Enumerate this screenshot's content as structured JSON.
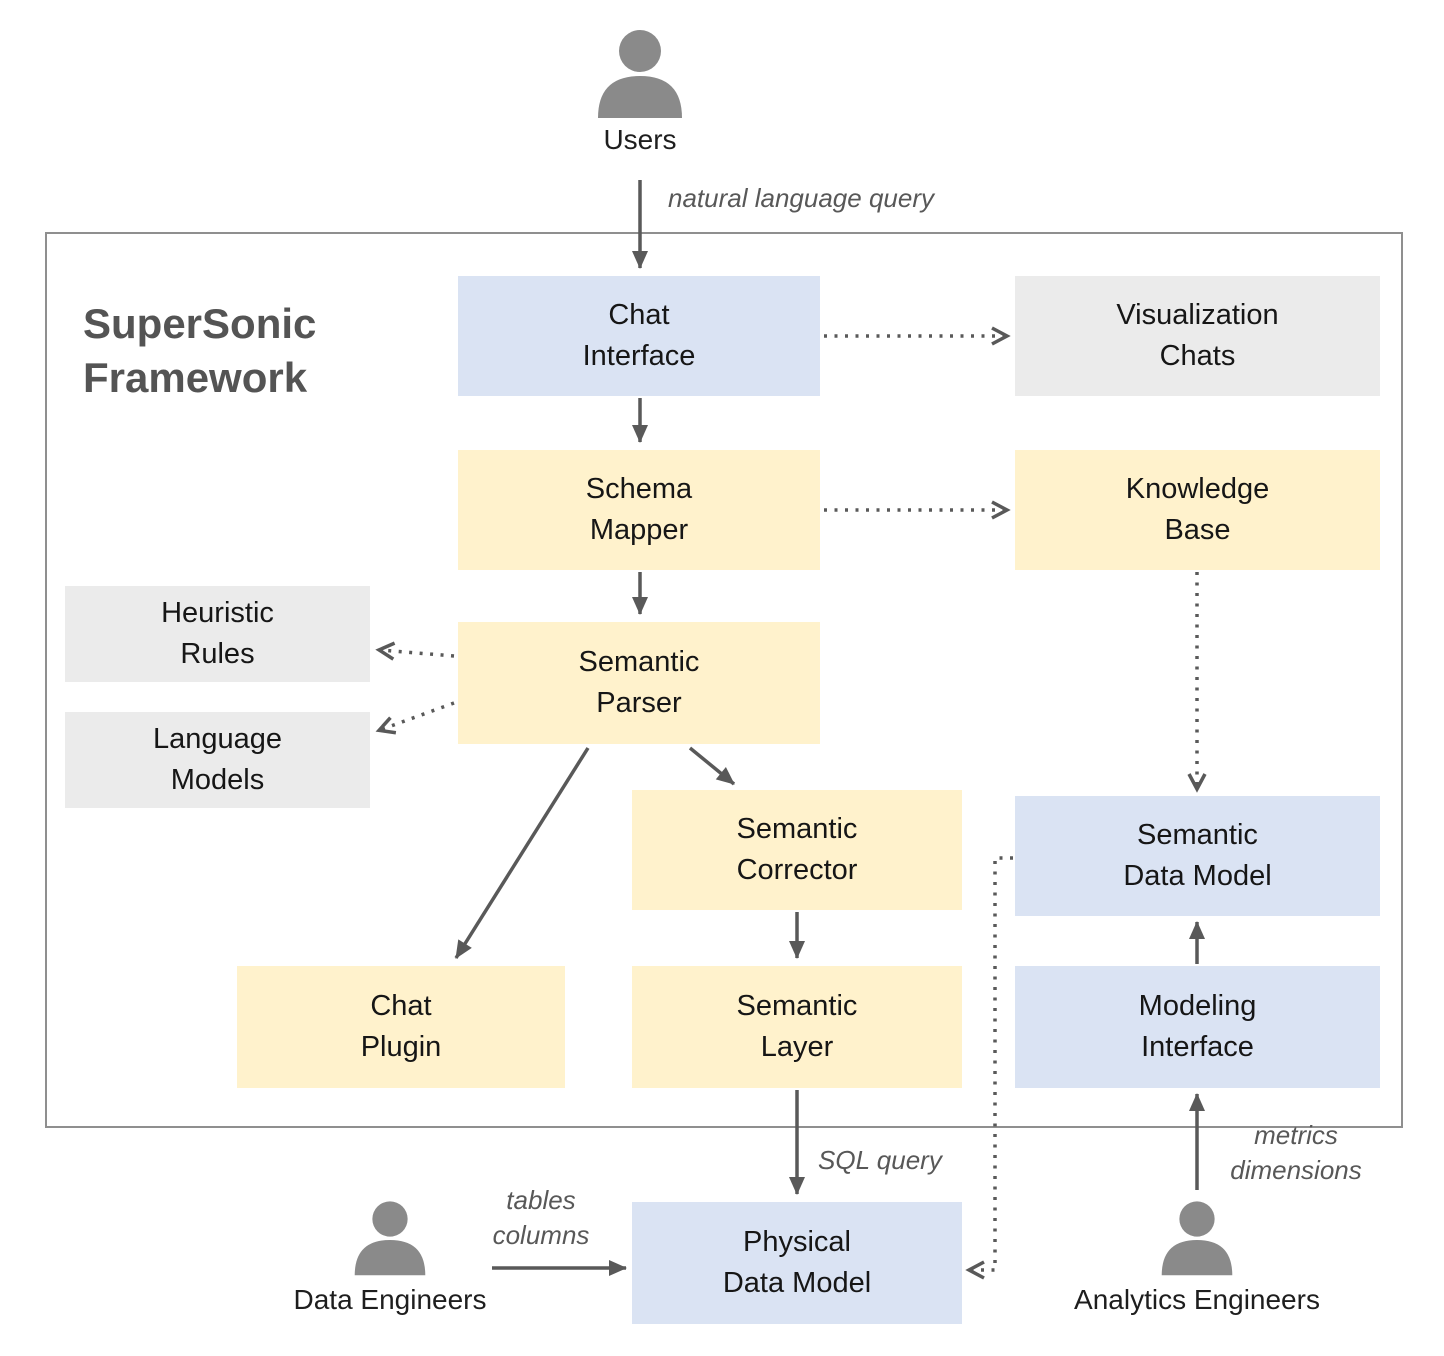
{
  "title": "SuperSonic\nFramework",
  "actors": {
    "users": "Users",
    "data_engineers": "Data Engineers",
    "analytics_engineers": "Analytics Engineers"
  },
  "nodes": {
    "chat_interface": {
      "label": "Chat\nInterface",
      "color": "#dae3f3"
    },
    "visualization_chats": {
      "label": "Visualization\nChats",
      "color": "#ebebeb"
    },
    "schema_mapper": {
      "label": "Schema\nMapper",
      "color": "#fff2cc"
    },
    "knowledge_base": {
      "label": "Knowledge\nBase",
      "color": "#fff2cc"
    },
    "semantic_parser": {
      "label": "Semantic\nParser",
      "color": "#fff2cc"
    },
    "heuristic_rules": {
      "label": "Heuristic\nRules",
      "color": "#ebebeb"
    },
    "language_models": {
      "label": "Language\nModels",
      "color": "#ebebeb"
    },
    "semantic_corrector": {
      "label": "Semantic\nCorrector",
      "color": "#fff2cc"
    },
    "chat_plugin": {
      "label": "Chat\nPlugin",
      "color": "#fff2cc"
    },
    "semantic_layer": {
      "label": "Semantic\nLayer",
      "color": "#fff2cc"
    },
    "semantic_data_model": {
      "label": "Semantic\nData Model",
      "color": "#dae3f3"
    },
    "modeling_interface": {
      "label": "Modeling\nInterface",
      "color": "#dae3f3"
    },
    "physical_data_model": {
      "label": "Physical\nData Model",
      "color": "#dae3f3"
    }
  },
  "edge_labels": {
    "natural_language_query": "natural language query",
    "sql_query": "SQL query",
    "tables_columns": "tables\ncolumns",
    "metrics_dimensions": "metrics\ndimensions"
  },
  "colors": {
    "node_blue": "#dae3f3",
    "node_yellow": "#fff2cc",
    "node_gray": "#ebebeb",
    "arrow": "#595959",
    "frame_border": "#8f8f8f",
    "person": "#8a8a8a"
  }
}
